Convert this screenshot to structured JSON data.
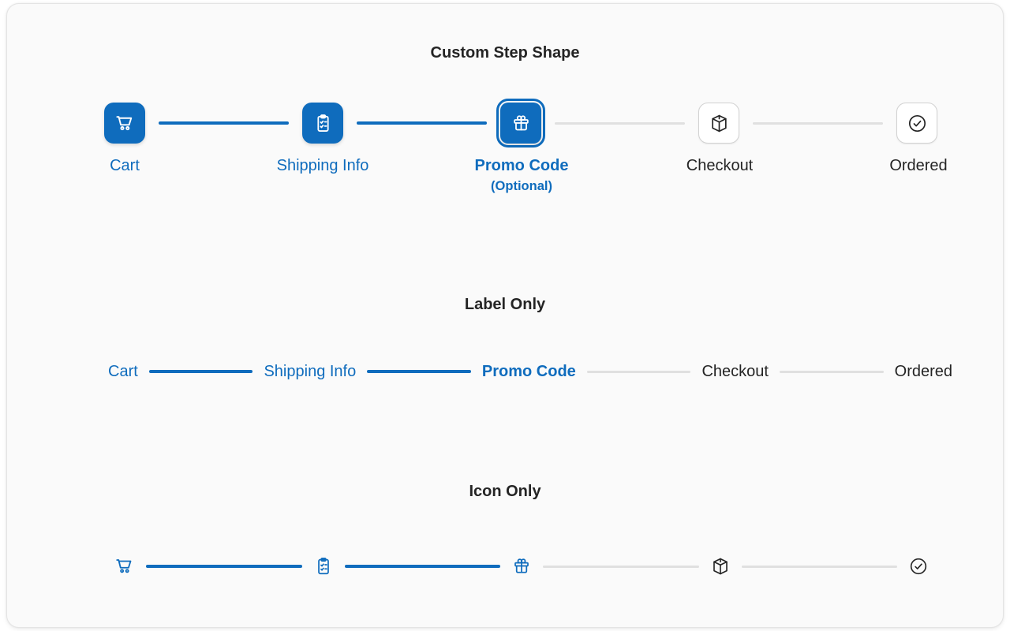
{
  "colors": {
    "brand": "#0f6cbd",
    "text": "#242424",
    "conn": "#e0e0e0",
    "stepBorder": "#d1d1d1",
    "cardBg": "#fafafa",
    "cardBorder": "#e4e4e4",
    "pageBg": "#ffffff"
  },
  "sections": [
    {
      "title": "Custom Step Shape",
      "variant": "shape"
    },
    {
      "title": "Label Only",
      "variant": "label"
    },
    {
      "title": "Icon Only",
      "variant": "icon"
    }
  ],
  "steps": [
    {
      "label": "Cart",
      "icon": "cart-icon",
      "state": "completed"
    },
    {
      "label": "Shipping Info",
      "icon": "clipboard-tasks-icon",
      "state": "completed"
    },
    {
      "label": "Promo Code",
      "sublabel": "(Optional)",
      "icon": "gift-icon",
      "state": "current"
    },
    {
      "label": "Checkout",
      "icon": "box-icon",
      "state": "upcoming"
    },
    {
      "label": "Ordered",
      "icon": "check-circle-icon",
      "state": "upcoming"
    }
  ]
}
